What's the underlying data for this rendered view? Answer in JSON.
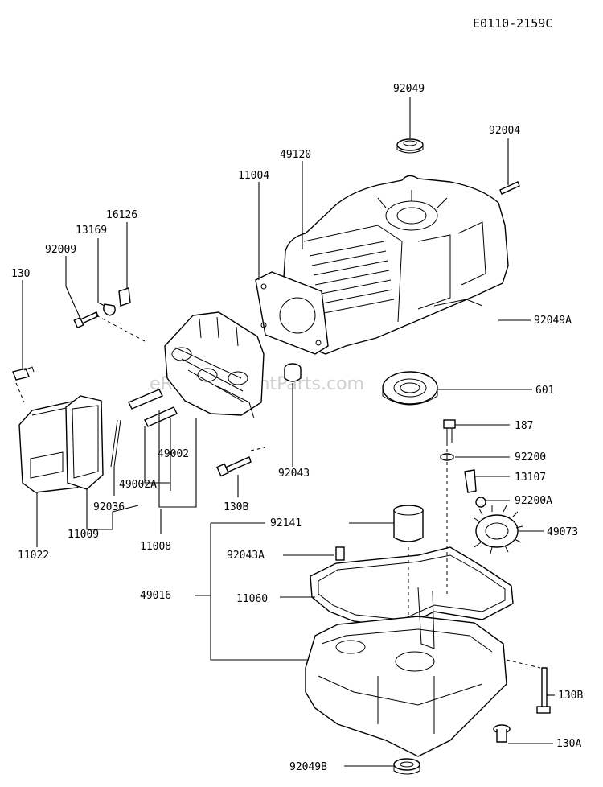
{
  "diagram": {
    "code": "E0110-2159C",
    "watermark": "eReplacementParts.com",
    "labels": {
      "p92049": "92049",
      "p92004": "92004",
      "p49120": "49120",
      "p11004": "11004",
      "p16126": "16126",
      "p13169": "13169",
      "p92009": "92009",
      "p130": "130",
      "p92049A": "92049A",
      "p601": "601",
      "p187": "187",
      "p92200": "92200",
      "p13107": "13107",
      "p92200A": "92200A",
      "p49073": "49073",
      "p49002": "49002",
      "p49002A": "49002A",
      "p92036": "92036",
      "p11009": "11009",
      "p11022": "11022",
      "p11008": "11008",
      "p92043": "92043",
      "p130B_top": "130B",
      "p92141": "92141",
      "p92043A": "92043A",
      "p49016": "49016",
      "p11060": "11060",
      "p130B": "130B",
      "p130A": "130A",
      "p92049B": "92049B"
    }
  }
}
